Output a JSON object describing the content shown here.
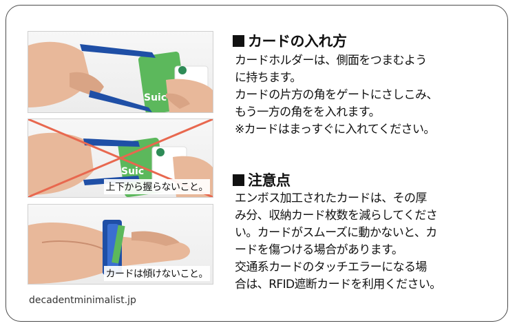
{
  "insert_section": {
    "title": "カードの入れ方",
    "body": "カードホルダーは、側面をつまむよう\nに持ちます。\nカードの片方の角をゲートにさしこみ、\nもう一方の角をを入れます。\n※カードはまっすぐに入れてください。"
  },
  "caution_section": {
    "title": "注意点",
    "body": "エンボス加工されたカードは、その厚\nみ分、収納カード枚数を減らしてくださ\nい。カードがスムーズに動かないと、カ\nードを傷つける場合があります。\n交通系カードのタッチエラーになる場\n合は、RFID遮断カードを利用ください。"
  },
  "photos": {
    "wrong_grip_caption": "上下から握らないこと。",
    "no_tilt_caption": "カードは傾けないこと。",
    "card_text": "Suic"
  },
  "site_url": "decadentminimalist.jp",
  "colors": {
    "holder_blue": "#1f4fa6",
    "card_green": "#5cb85c",
    "cross_red": "#e8684f"
  }
}
